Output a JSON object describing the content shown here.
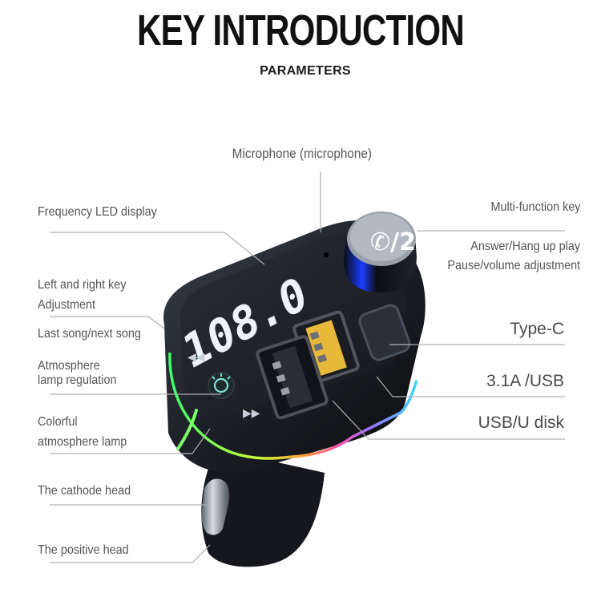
{
  "header": {
    "title": "KEY INTRODUCTION",
    "subtitle": "PARAMETERS"
  },
  "product": {
    "display_reading": "108.0",
    "knob_icon": "phone-slash-2-icon",
    "lamp_button_icon": "lightbulb-icon",
    "prev_button_icon": "rewind-icon",
    "next_button_icon": "fast-forward-icon",
    "light_strip_colors": [
      "#3dff6a",
      "#c7ff3a",
      "#ffb23a",
      "#ff4fa8",
      "#b26bff",
      "#3ad6ff"
    ]
  },
  "labels": {
    "top": {
      "microphone": "Microphone (microphone)"
    },
    "left": [
      {
        "id": "frequency",
        "text": "Frequency LED display"
      },
      {
        "id": "keys",
        "line1": "Left and right key",
        "line2": "Adjustment"
      },
      {
        "id": "song",
        "text": "Last song/next song"
      },
      {
        "id": "lamp-reg",
        "line1": "Atmosphere",
        "line2": "lamp regulation"
      },
      {
        "id": "colorful",
        "line1": "Colorful",
        "line2": "atmosphere lamp"
      },
      {
        "id": "cathode",
        "text": "The cathode head"
      },
      {
        "id": "positive",
        "text": "The positive head"
      }
    ],
    "right": [
      {
        "id": "multi",
        "text": "Multi-function key"
      },
      {
        "id": "answer",
        "line1": "Answer/Hang up play",
        "line2": "Pause/volume adjustment"
      },
      {
        "id": "typec",
        "text": "Type-C"
      },
      {
        "id": "usb31",
        "text": "3.1A /USB"
      },
      {
        "id": "udisk",
        "text": "USB/U disk"
      }
    ]
  }
}
